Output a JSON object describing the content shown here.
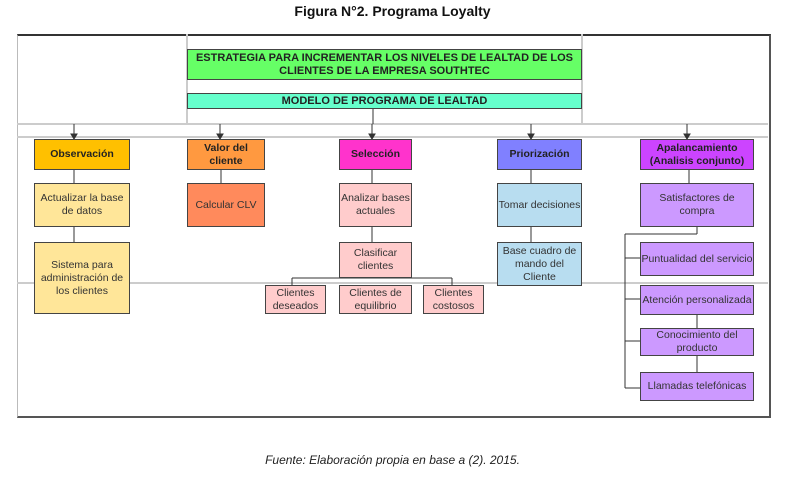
{
  "title": "Figura N°2. Programa Loyalty",
  "strategy": "ESTRATEGIA PARA INCREMENTAR LOS NIVELES DE LEALTAD DE LOS CLIENTES DE LA EMPRESA SOUTHTEC",
  "model": "MODELO DE PROGRAMA DE LEALTAD",
  "columns": [
    {
      "header": "Observación",
      "items": [
        "Actualizar la base de datos",
        "Sistema para administración de los clientes"
      ]
    },
    {
      "header": "Valor del cliente",
      "items": [
        "Calcular CLV"
      ]
    },
    {
      "header": "Selección",
      "items": [
        "Analizar bases actuales",
        "Clasificar clientes"
      ],
      "sub": [
        "Clientes deseados",
        "Clientes de equilibrio",
        "Clientes costosos"
      ]
    },
    {
      "header": "Priorización",
      "items": [
        "Tomar decisiones",
        "Base cuadro de mando del Cliente"
      ]
    },
    {
      "header": "Apalancamiento (Analisis conjunto)",
      "items": [
        "Satisfactores de compra",
        "Puntualidad del servicio",
        "Atención personalizada",
        "Conocimiento del producto",
        "Llamadas telefónicas"
      ]
    }
  ],
  "colors": {
    "green": "#66FF66",
    "cyan": "#66FFCC",
    "obs": "#FFC000",
    "obsLight": "#FFE699",
    "valor": "#FF9940",
    "valorLight": "#FF8A5C",
    "sel": "#FF33CC",
    "selLight": "#FFCCCC",
    "pri": "#8080FF",
    "priLight": "#B8DDF0",
    "apa": "#CC44FF",
    "apaLight": "#CC99FF"
  },
  "source": "Fuente: Elaboración propia en base a (2). 2015."
}
